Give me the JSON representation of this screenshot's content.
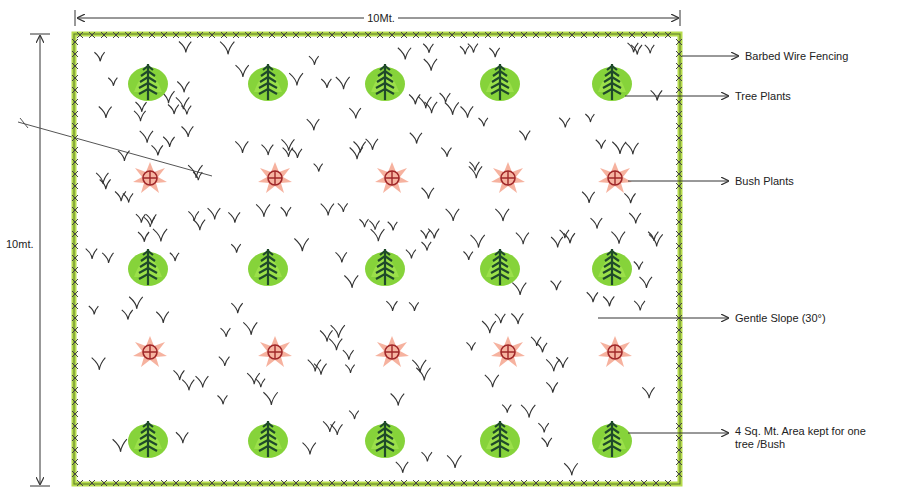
{
  "diagram": {
    "labels": [
      "10Mt.",
      "10mt.",
      "Barbed Wire Fencing",
      "Tree Plants",
      "Bush Plants",
      "Gentle Slope (30°)",
      "4 Sq. Mt. Area kept for one tree /Bush"
    ]
  }
}
